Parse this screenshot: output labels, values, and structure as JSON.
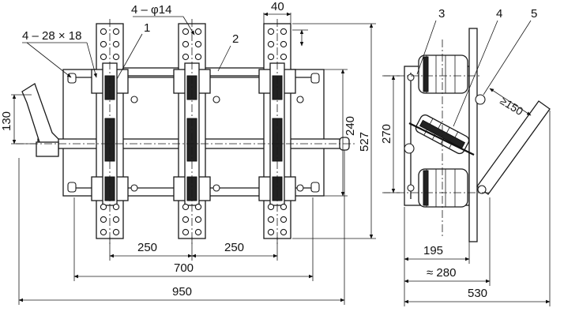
{
  "labels": {
    "part_1": "1",
    "part_2": "2",
    "part_3": "3",
    "part_4": "4",
    "part_5": "5",
    "holes_small": "4 – φ14",
    "holes_slots": "4 – 28 × 18",
    "dim_width_40": "40",
    "dim_130": "130",
    "dim_240": "240",
    "dim_527": "527",
    "dim_270": "270",
    "dim_250_left": "250",
    "dim_250_right": "250",
    "dim_700": "700",
    "dim_950": "950",
    "dim_195": "195",
    "dim_280": "≈ 280",
    "dim_530": "530",
    "dim_150": "≥150"
  }
}
